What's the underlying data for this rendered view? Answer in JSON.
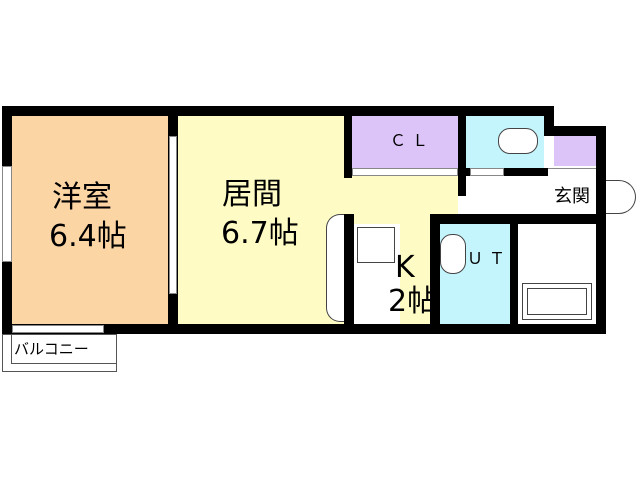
{
  "rooms": {
    "western_room": {
      "name": "洋室",
      "size": "6.4帖",
      "color": "#fcd5a5"
    },
    "living_room": {
      "name": "居間",
      "size": "6.7帖",
      "color": "#fefcc4"
    },
    "kitchen": {
      "name": "K",
      "size": "2帖",
      "color": "#fefcc4"
    },
    "closet": {
      "label": "ＣＬ",
      "color": "#dcc4f8"
    },
    "toilet": {
      "color": "#c4f4fc"
    },
    "utility": {
      "label": "ＵＴ",
      "color": "#c4f4fc"
    },
    "entrance": {
      "label": "玄関",
      "storage_color": "#dcc4f8"
    },
    "balcony": {
      "label": "バルコニー"
    }
  }
}
